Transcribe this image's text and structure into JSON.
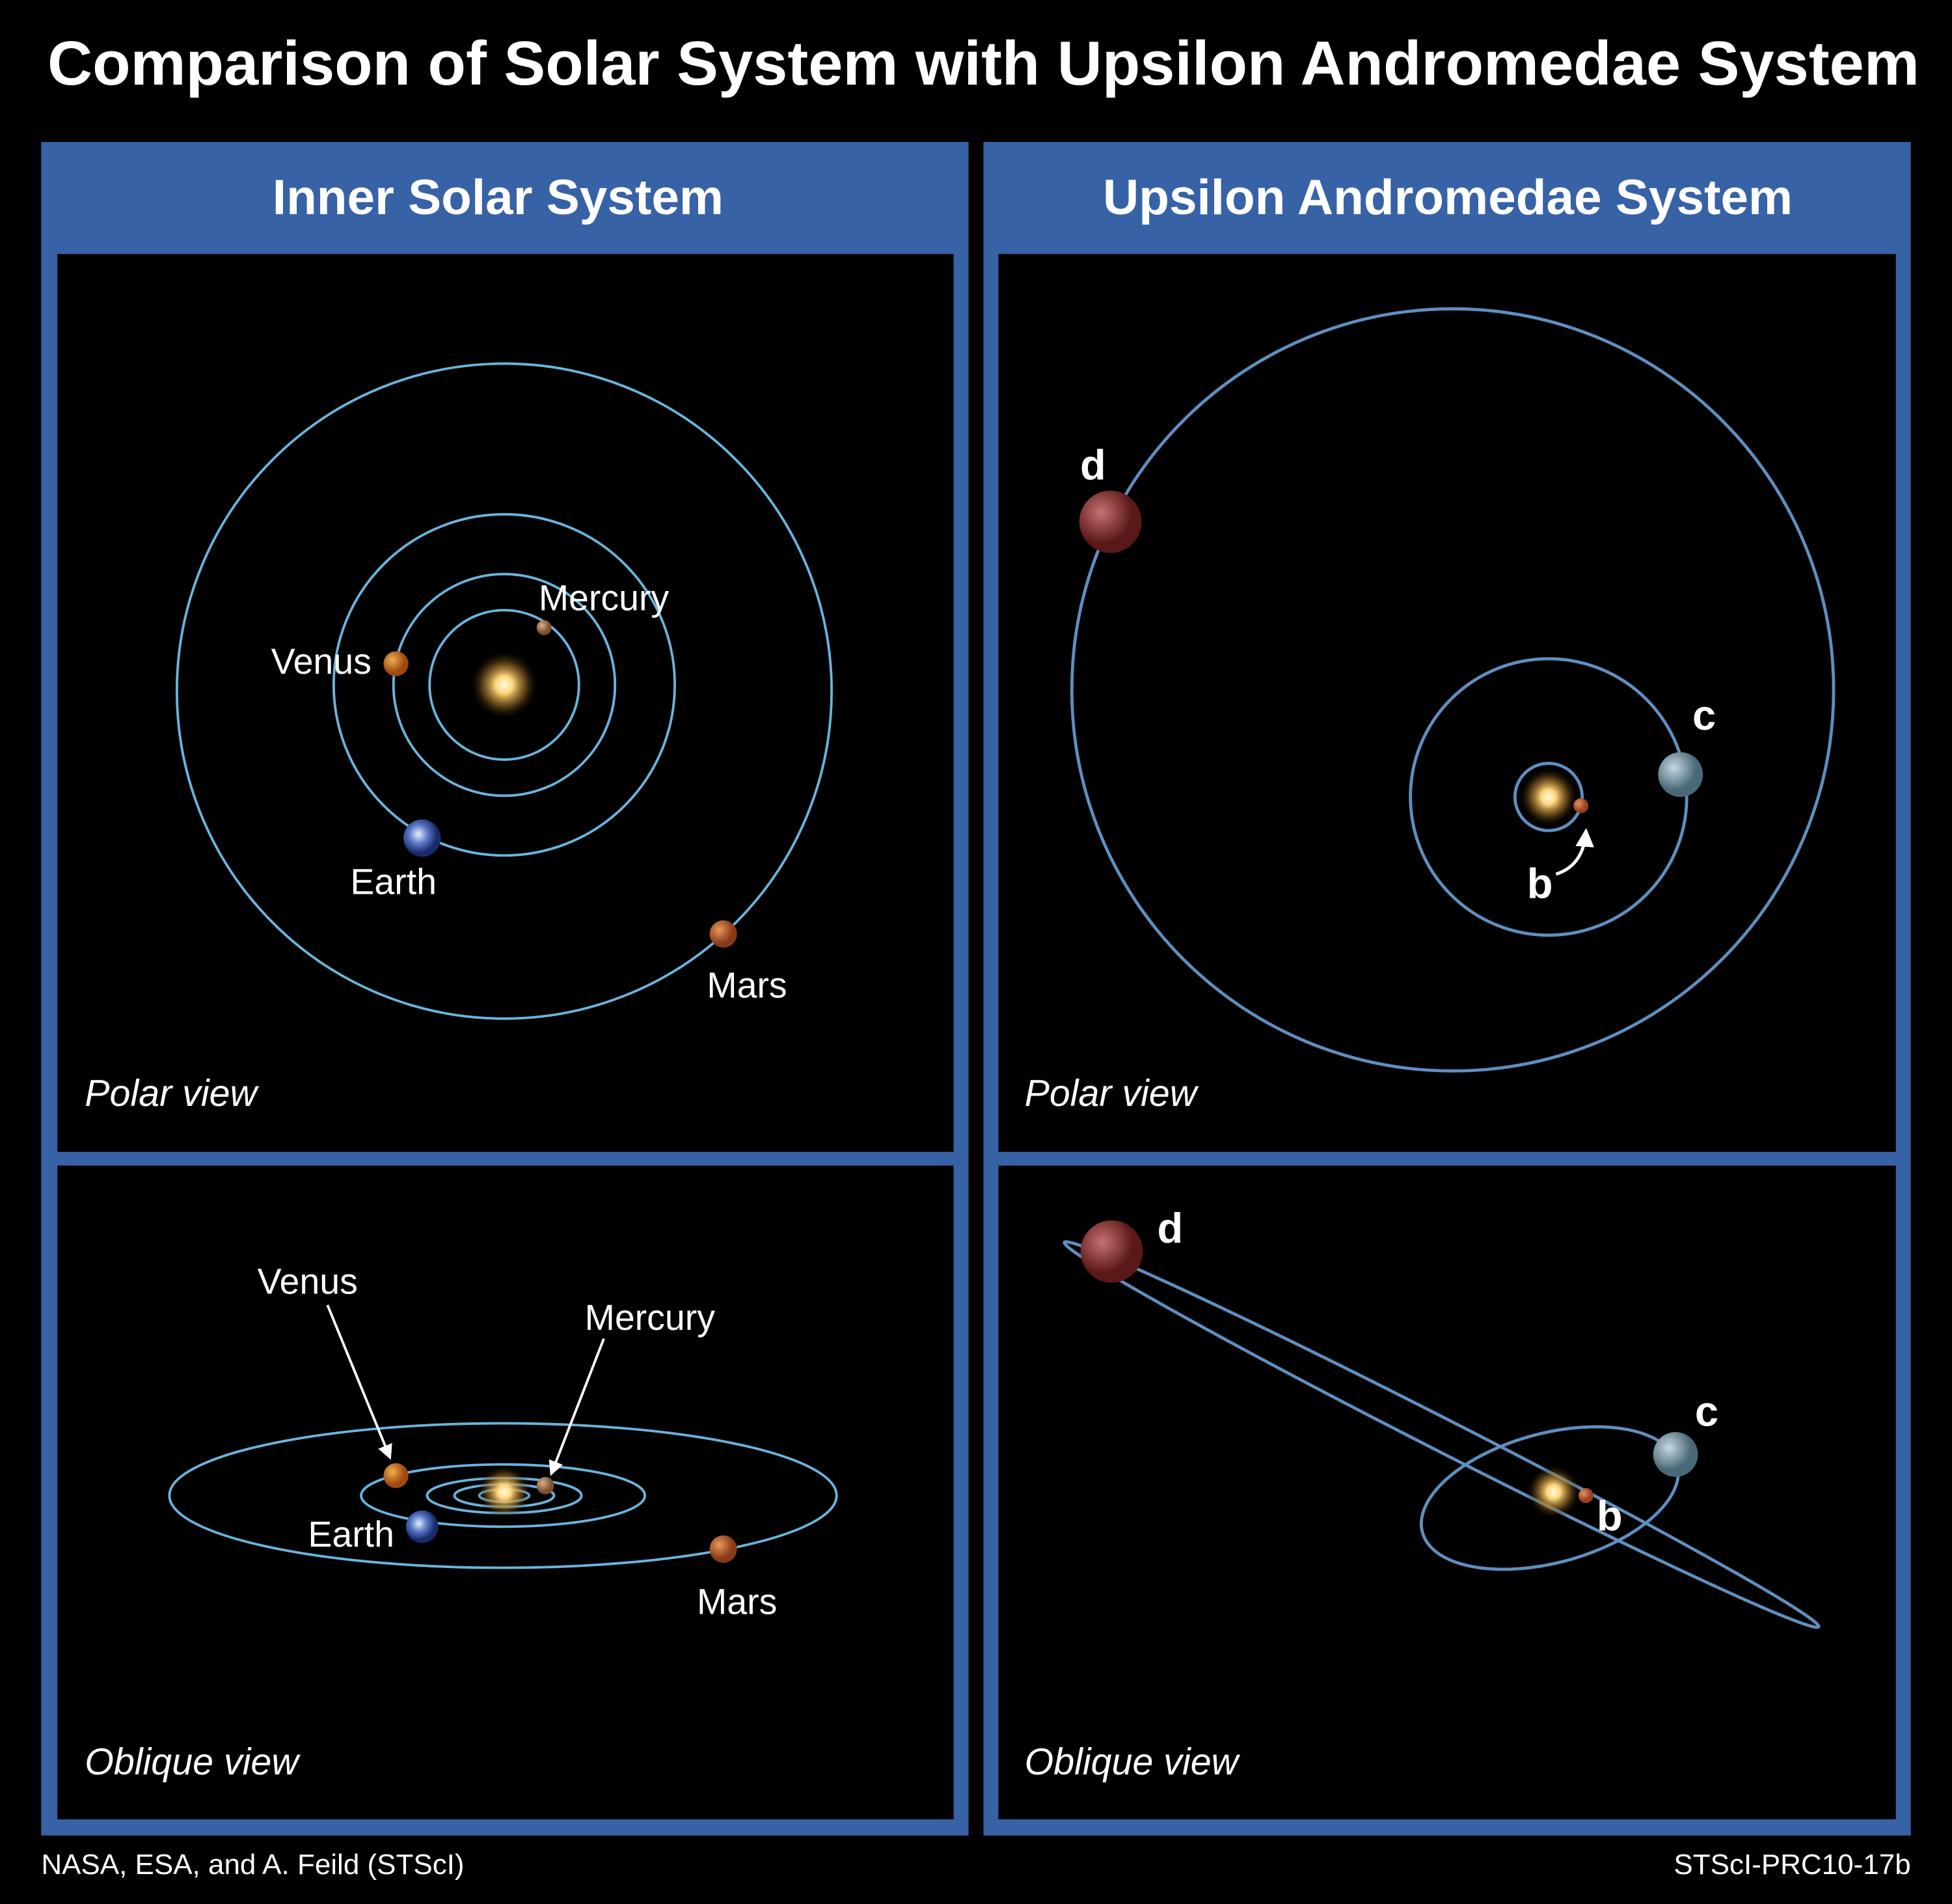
{
  "title": "Comparison of Solar System with Upsilon Andromedae System",
  "panels": {
    "left": {
      "heading": "Inner Solar System",
      "polar": {
        "view_label": "Polar view",
        "planets": {
          "mercury": "Mercury",
          "venus": "Venus",
          "earth": "Earth",
          "mars": "Mars"
        }
      },
      "oblique": {
        "view_label": "Oblique view",
        "planets": {
          "mercury": "Mercury",
          "venus": "Venus",
          "earth": "Earth",
          "mars": "Mars"
        }
      }
    },
    "right": {
      "heading": "Upsilon Andromedae System",
      "polar": {
        "view_label": "Polar view",
        "planets": {
          "b": "b",
          "c": "c",
          "d": "d"
        }
      },
      "oblique": {
        "view_label": "Oblique view",
        "planets": {
          "b": "b",
          "c": "c",
          "d": "d"
        }
      }
    }
  },
  "footer": {
    "credit": "NASA, ESA, and A. Feild (STScI)",
    "id": "STScI-PRC10-17b"
  },
  "colors": {
    "frame": "#3862a6",
    "orbit": "#6bb4dc",
    "background": "#000000"
  }
}
